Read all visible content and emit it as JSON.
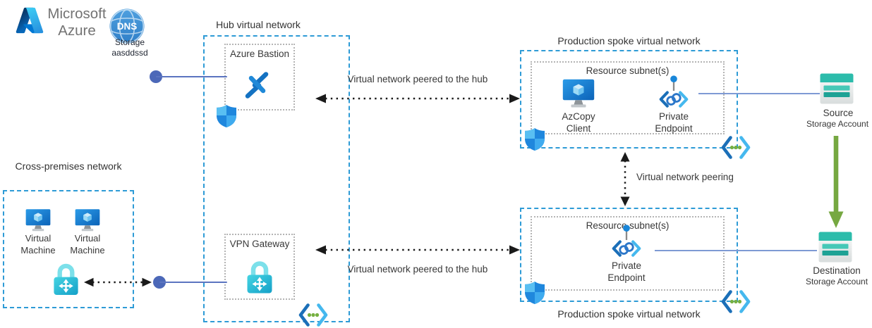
{
  "branding": {
    "microsoft_azure": "Microsoft Azure",
    "dns_label": "DNS",
    "storage_caption": "Storage aasddssd"
  },
  "hub": {
    "title": "Hub virtual network",
    "bastion_label": "Azure Bastion",
    "vpn_gateway_label": "VPN Gateway"
  },
  "cross_premises": {
    "title": "Cross-premises network",
    "vm1_label": "Virtual Machine",
    "vm2_label": "Virtual Machine"
  },
  "spoke_top": {
    "title": "Production spoke virtual network",
    "subnet_label": "Resource subnet(s)",
    "azcopy_label": "AzCopy Client",
    "private_endpoint_label": "Private Endpoint"
  },
  "spoke_bottom": {
    "title": "Production spoke virtual network",
    "subnet_label": "Resource subnet(s)",
    "private_endpoint_label": "Private Endpoint"
  },
  "storage": {
    "source_name": "Source",
    "source_type": "Storage Account",
    "destination_name": "Destination",
    "destination_type": "Storage Account"
  },
  "connections": {
    "peered_top": "Virtual network peered to the hub",
    "peered_bottom": "Virtual network peered to the hub",
    "peering": "Virtual network peering"
  },
  "colors": {
    "vnet_border": "#2E9BD6",
    "subnet_border": "#B4B4B4",
    "connector_blue": "#5B74C0",
    "node_blue": "#4C68B8",
    "arrow_black": "#1A1A1A",
    "green_arrow": "#76A841",
    "storage_teal": "#2CBCAB",
    "text": "#333333"
  }
}
